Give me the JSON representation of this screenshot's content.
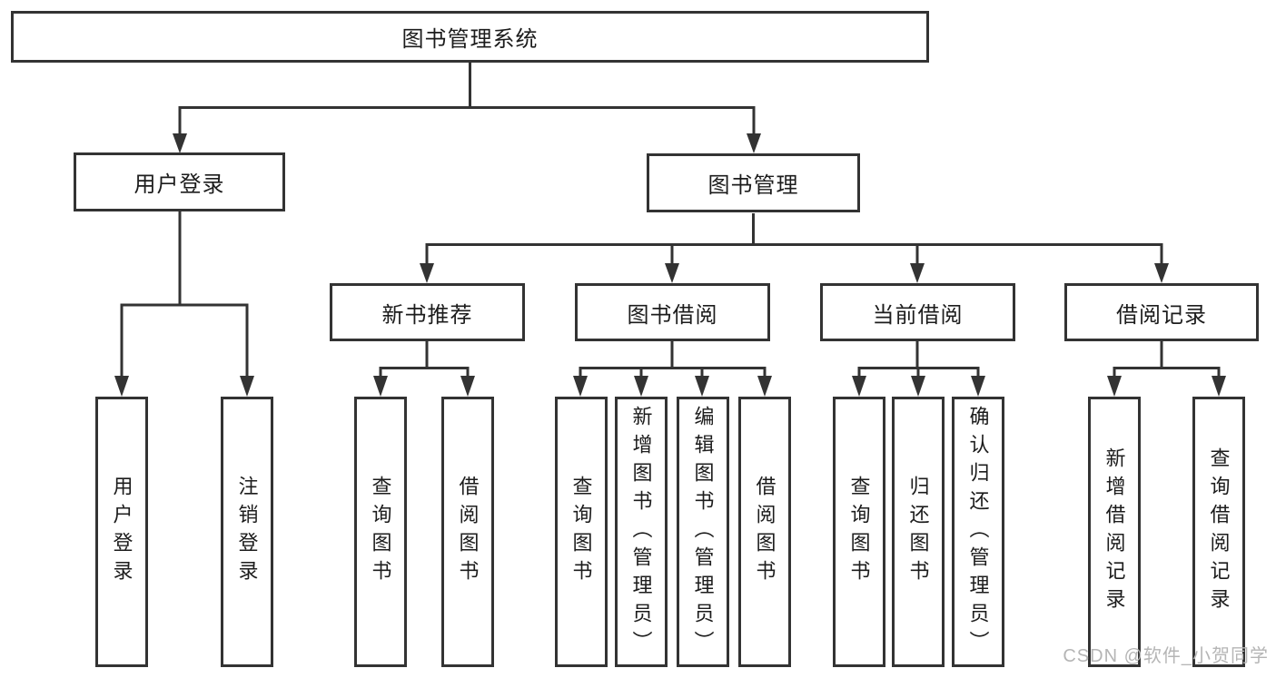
{
  "diagram": {
    "title": "图书管理系统",
    "root": {
      "label": "图书管理系统"
    },
    "level2": [
      {
        "id": "user-login",
        "label": "用户登录"
      },
      {
        "id": "book-management",
        "label": "图书管理"
      }
    ],
    "level3": [
      {
        "id": "new-book-recommend",
        "label": "新书推荐",
        "parent": "book-management"
      },
      {
        "id": "book-borrow",
        "label": "图书借阅",
        "parent": "book-management"
      },
      {
        "id": "current-borrow",
        "label": "当前借阅",
        "parent": "book-management"
      },
      {
        "id": "borrow-records",
        "label": "借阅记录",
        "parent": "book-management"
      }
    ],
    "leaves": [
      {
        "label": "用户登录",
        "parent": "user-login"
      },
      {
        "label": "注销登录",
        "parent": "user-login"
      },
      {
        "label": "查询图书",
        "parent": "new-book-recommend"
      },
      {
        "label": "借阅图书",
        "parent": "new-book-recommend"
      },
      {
        "label": "查询图书",
        "parent": "book-borrow"
      },
      {
        "label": "新增图书（管理员）",
        "parent": "book-borrow"
      },
      {
        "label": "编辑图书（管理员）",
        "parent": "book-borrow"
      },
      {
        "label": "借阅图书",
        "parent": "book-borrow"
      },
      {
        "label": "查询图书",
        "parent": "current-borrow"
      },
      {
        "label": "归还图书",
        "parent": "current-borrow"
      },
      {
        "label": "确认归还（管理员）",
        "parent": "current-borrow"
      },
      {
        "label": "新增借阅记录",
        "parent": "borrow-records"
      },
      {
        "label": "查询借阅记录",
        "parent": "borrow-records"
      }
    ]
  },
  "watermark": {
    "text": "CSDN @软件_小贺同学"
  },
  "colors": {
    "line": "#333333",
    "box_border": "#333333",
    "text": "#1c1c1c",
    "watermark": "#b5b5b5",
    "background": "#ffffff"
  }
}
